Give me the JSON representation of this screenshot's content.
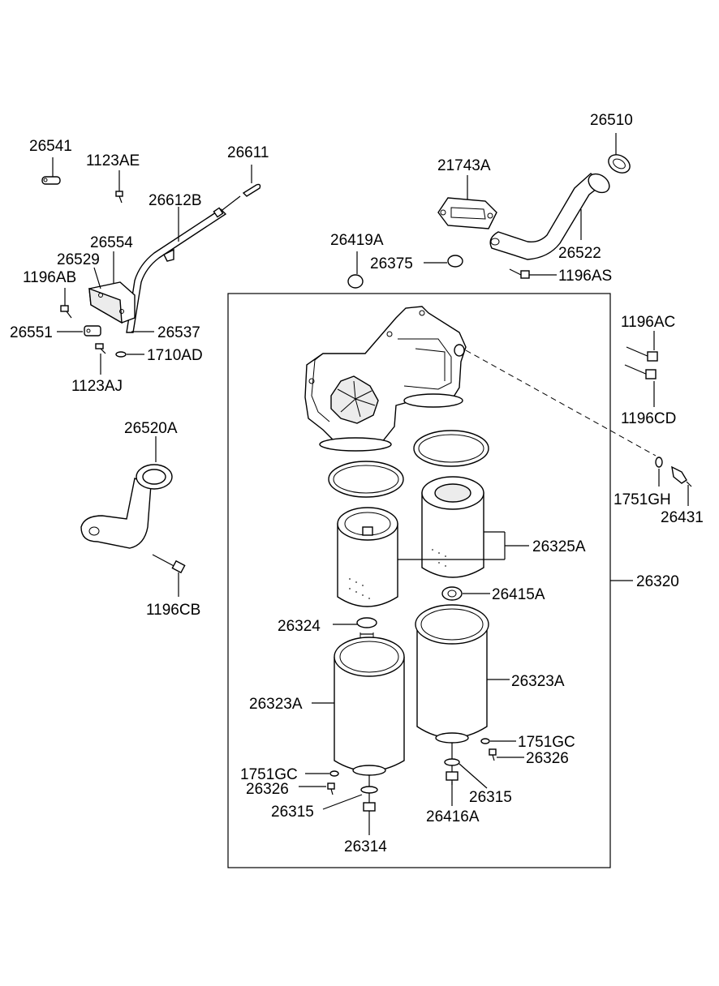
{
  "labels": {
    "l26541": "26541",
    "l1123AE": "1123AE",
    "l26611": "26611",
    "l26612B": "26612B",
    "l26554": "26554",
    "l26529": "26529",
    "l1196AB": "1196AB",
    "l26551": "26551",
    "l26537": "26537",
    "l1710AD": "1710AD",
    "l1123AJ": "1123AJ",
    "l26520A": "26520A",
    "l1196CB": "1196CB",
    "l26510": "26510",
    "l21743A": "21743A",
    "l26522": "26522",
    "l26419A": "26419A",
    "l26375": "26375",
    "l1196AS": "1196AS",
    "l1196AC": "1196AC",
    "l1196CD": "1196CD",
    "l1751GH": "1751GH",
    "l26431": "26431",
    "l26325A": "26325A",
    "l26415A": "26415A",
    "l26320": "26320",
    "l26324": "26324",
    "l26323A_right": "26323A",
    "l26323A_left": "26323A",
    "l1751GC_right": "1751GC",
    "l26326_right": "26326",
    "l1751GC_left": "1751GC",
    "l26326_left": "26326",
    "l26315_right": "26315",
    "l26315_left": "26315",
    "l26416A": "26416A",
    "l26314": "26314"
  }
}
